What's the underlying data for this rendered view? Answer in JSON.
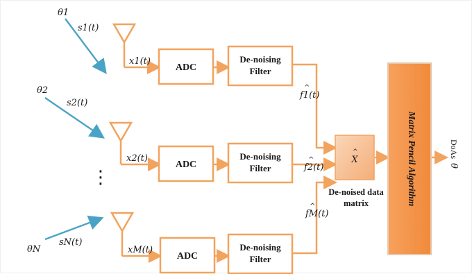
{
  "sources": [
    {
      "angle": "θ1",
      "signal": "s1(t)"
    },
    {
      "angle": "θ2",
      "signal": "s2(t)"
    },
    {
      "angle": "θN",
      "signal": "sN(t)"
    }
  ],
  "channels": [
    {
      "input": "x1(t)",
      "adc": "ADC",
      "filter_line1": "De-noising",
      "filter_line2": "Filter",
      "output": "f1(t)"
    },
    {
      "input": "x2(t)",
      "adc": "ADC",
      "filter_line1": "De-noising",
      "filter_line2": "Filter",
      "output": "f2(t)"
    },
    {
      "input": "xM(t)",
      "adc": "ADC",
      "filter_line1": "De-noising",
      "filter_line2": "Filter",
      "output": "fM(t)"
    }
  ],
  "ellipsis": "⋮",
  "data_matrix": {
    "symbol": "X",
    "caption_line1": "De-noised data",
    "caption_line2": "matrix"
  },
  "algorithm": {
    "label": "Matrix Pencil Algorithm"
  },
  "output": {
    "label": "DoAs",
    "symbol": "θ"
  },
  "colors": {
    "wire": "#f2a35e",
    "algorithm_fill": "#f28c41",
    "matrix_fill": "#f7c39a",
    "ray": "#4aa3c4"
  }
}
